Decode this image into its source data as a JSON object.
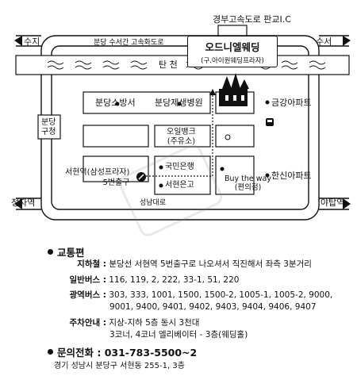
{
  "map": {
    "highway_top": "경부고속도로 판교I.C",
    "left_top": "수지",
    "right_top": "수서",
    "expressway": "분당 수서간 고속화도로",
    "stream": "탄  천",
    "venue_name": "오드니엘웨딩",
    "venue_sub": "(구.아이원웨딩프라자)",
    "block_fire": "분당소방서",
    "block_hospital": "분당제생병원",
    "apt_geumgang": "금강아파트",
    "city_hall": "분당\n구청",
    "oil_bank": "오일뱅크\n(주유소)",
    "station_exit_line1": "서현역(삼성프라자)",
    "station_exit_line2": "5번출구",
    "kookmin_bank": "국민은행",
    "seohyeon_bank": "서현은고",
    "buy_the_way": "Buy the way\n(편의점)",
    "apt_hanshin": "한신아파트",
    "jeongja": "정자역",
    "yatap": "야탑역",
    "seongnam_road": "성남대로"
  },
  "info": {
    "transport_title": "교통편",
    "subway_label": "지하철 :",
    "subway_text": "분당선 서현역 5번출구로 나오셔서 직진해서 좌측 3분거리",
    "bus_label": "일반버스 :",
    "bus_text": "116, 119, 2, 222, 33-1, 51, 220",
    "wide_bus_label": "광역버스 :",
    "wide_bus_line1": "303, 333, 1001, 1500, 1500-2, 1005-1, 1005-2, 9000,",
    "wide_bus_line2": "9001, 9400, 9401, 9402, 9403, 9404, 9406, 9407",
    "parking_label": "주차안내 :",
    "parking_line1": "지상-지하 5층 동시 3천대",
    "parking_line2": "3코너, 4코너 엘리베이터 - 3층(웨딩홀)",
    "phone_title": "문의전화 : 031-783-5500~2",
    "address": "경기 성남시 분당구 서현동 255-1, 3층"
  }
}
